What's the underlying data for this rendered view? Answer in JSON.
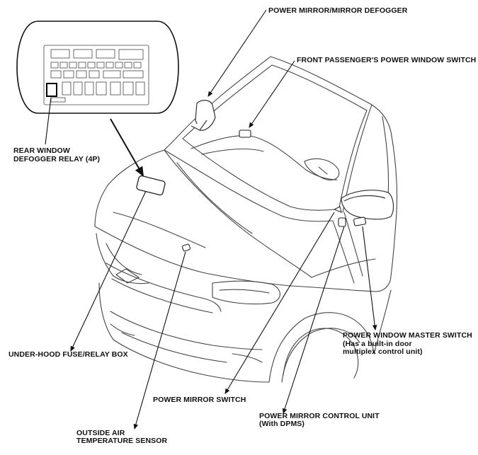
{
  "labels": {
    "power_mirror_defogger": "POWER MIRROR/MIRROR DEFOGGER",
    "front_passenger_window_switch": "FRONT PASSENGER'S POWER WINDOW SWITCH",
    "rear_window_defogger_relay_line1": "REAR WINDOW",
    "rear_window_defogger_relay_line2": "DEFOGGER RELAY (4P)",
    "power_window_master_switch_line1": "POWER WINDOW MASTER SWITCH",
    "power_window_master_switch_line2": "(Has a built-in door",
    "power_window_master_switch_line3": "multiplex control unit)",
    "under_hood_fuse_relay_box": "UNDER-HOOD FUSE/RELAY BOX",
    "power_mirror_switch": "POWER MIRROR SWITCH",
    "power_mirror_control_unit_line1": "POWER MIRROR CONTROL UNIT",
    "power_mirror_control_unit_line2": "(With DPMS)",
    "outside_air_temp_sensor_line1": "OUTSIDE AIR",
    "outside_air_temp_sensor_line2": "TEMPERATURE SENSOR"
  },
  "colors": {
    "line": "#333333",
    "leader": "#111111",
    "background": "#ffffff"
  }
}
